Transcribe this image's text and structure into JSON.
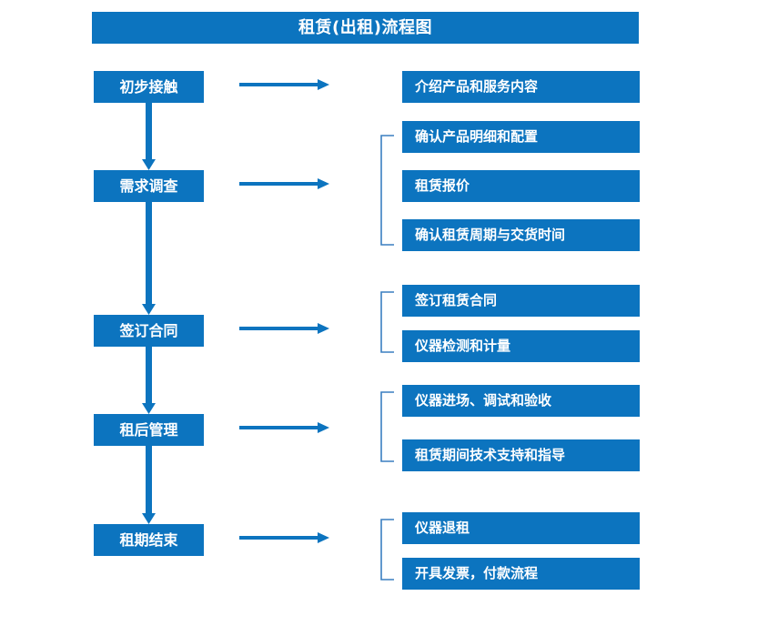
{
  "diagram": {
    "title": "租赁(出租)流程图",
    "accent_color": "#0c74bf",
    "bracket_color": "#3a7fc1",
    "text_color": "#ffffff",
    "background_color": "#ffffff",
    "stages": [
      {
        "id": "initial-contact",
        "label": "初步接触",
        "details": [
          "介绍产品和服务内容"
        ]
      },
      {
        "id": "demand-survey",
        "label": "需求调查",
        "details": [
          "确认产品明细和配置",
          "租赁报价",
          "确认租赁周期与交货时间"
        ]
      },
      {
        "id": "sign-contract",
        "label": "签订合同",
        "details": [
          "签订租赁合同",
          "仪器检测和计量"
        ]
      },
      {
        "id": "post-rental-management",
        "label": "租后管理",
        "details": [
          "仪器进场、调试和验收",
          "租赁期间技术支持和指导"
        ]
      },
      {
        "id": "rental-end",
        "label": "租期结束",
        "details": [
          "仪器退租",
          "开具发票，付款流程"
        ]
      }
    ],
    "connectors": {
      "horizontal_arrow_icon": "arrow-right-icon",
      "vertical_arrow_icon": "arrow-down-icon",
      "group_bracket_icon": "group-bracket-icon"
    }
  }
}
